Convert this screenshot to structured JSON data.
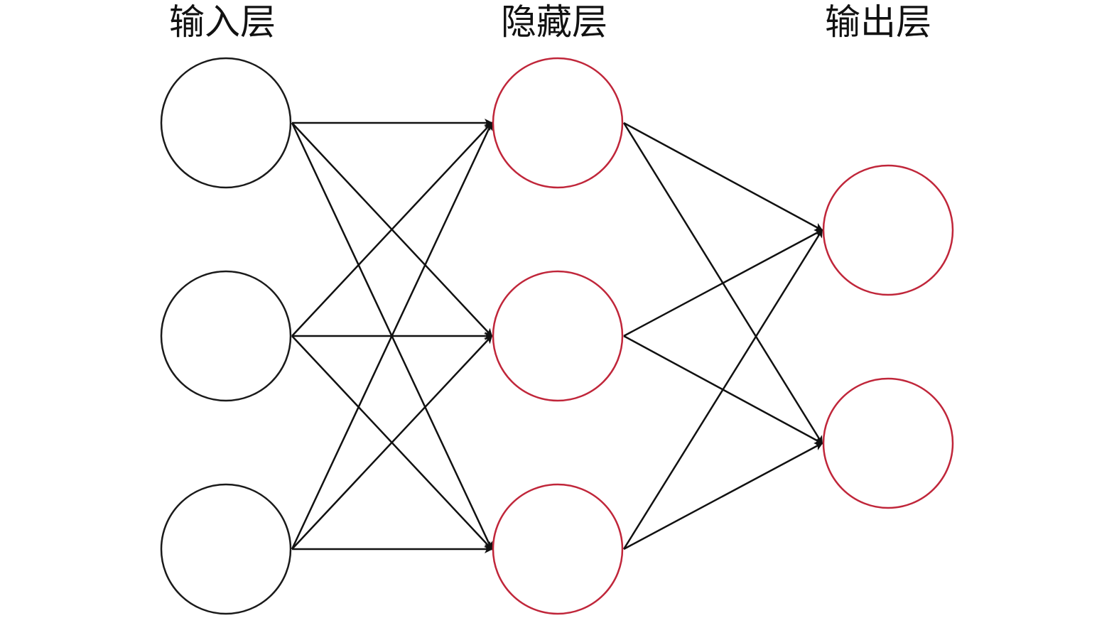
{
  "layers": [
    {
      "id": "input",
      "title": "输入层",
      "node_count": 3,
      "color": "#1a1a1a"
    },
    {
      "id": "hidden",
      "title": "隐藏层",
      "node_count": 3,
      "color": "#c0263a"
    },
    {
      "id": "output",
      "title": "输出层",
      "node_count": 2,
      "color": "#c0263a"
    }
  ],
  "connections": "fully-connected",
  "edge_color": "#111111"
}
